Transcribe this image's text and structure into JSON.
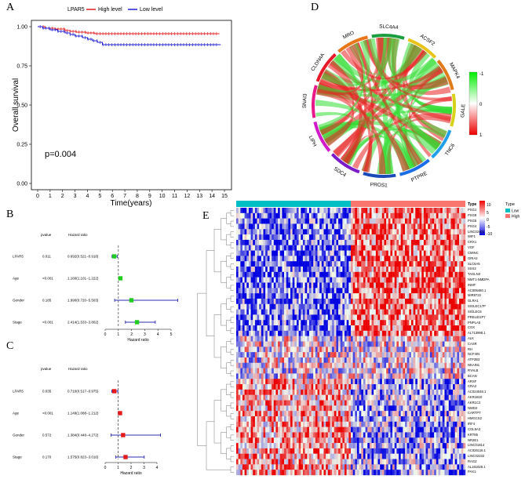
{
  "panels": {
    "A": "A",
    "B": "B",
    "C": "C",
    "D": "D",
    "E": "E"
  },
  "km": {
    "legend_title": "LPAR5",
    "legend_high": "High level",
    "legend_low": "Low level",
    "colors": {
      "high": "#e41a1c",
      "low": "#1f1fd6"
    },
    "pvalue_text": "p=0.004",
    "ylabel": "Overall survival",
    "xlabel": "Time(years)",
    "yticks": [
      "0.00",
      "0.25",
      "0.50",
      "0.75",
      "1.00"
    ],
    "xticks": [
      "0",
      "1",
      "2",
      "3",
      "4",
      "5",
      "6",
      "7",
      "8",
      "9",
      "10",
      "11",
      "12",
      "13",
      "14",
      "15"
    ]
  },
  "forest_B": {
    "header_p": "pvalue",
    "header_hr": "Hazard ratio",
    "xlabel": "Hazard ratio",
    "xticks": [
      "0",
      "1",
      "2",
      "3",
      "4",
      "5"
    ],
    "color": "#22cc22",
    "rows": [
      {
        "name": "LPAR5",
        "p": "0.011",
        "hr": "0.692(0.521−0.918)"
      },
      {
        "name": "Age",
        "p": "<0.001",
        "hr": "1.160(1.101−1.222)"
      },
      {
        "name": "Gender",
        "p": "0.185",
        "hr": "1.990(0.720−5.503)"
      },
      {
        "name": "Stage",
        "p": "<0.001",
        "hr": "2.414(1.533−3.802)"
      }
    ]
  },
  "forest_C": {
    "header_p": "pvalue",
    "header_hr": "Hazard ratio",
    "xlabel": "Hazard ratio",
    "xticks": [
      "0",
      "1",
      "2",
      "3",
      "4"
    ],
    "color": "#e8191b",
    "rows": [
      {
        "name": "LPAR5",
        "p": "0.035",
        "hr": "0.710(0.517−0.975)"
      },
      {
        "name": "Age",
        "p": "<0.001",
        "hr": "1.149(1.088−1.212)"
      },
      {
        "name": "Gender",
        "p": "0.572",
        "hr": "1.384(0.448−4.272)"
      },
      {
        "name": "Stage",
        "p": "0.170",
        "hr": "1.575(0.823−3.016)"
      }
    ]
  },
  "chord": {
    "genes": [
      "SLC4A4",
      "ACSF2",
      "MAPK4",
      "GALE",
      "TNC6",
      "PTPRE",
      "PROS1",
      "SDC4",
      "LIPH",
      "SNAI3",
      "CLDN4A",
      "MRO"
    ],
    "legend_ticks": [
      "1",
      "0",
      "-1"
    ]
  },
  "heatmap": {
    "legend_title": "Type",
    "group_low": "Low",
    "group_high": "High",
    "colors": {
      "low": "#00bfc4",
      "high": "#f8766d"
    },
    "scale_ticks": [
      "10",
      "5",
      "0",
      "-5",
      "-10"
    ],
    "type_label": "Type",
    "genes": [
      "PSG1",
      "PSG8",
      "PSG5",
      "PSG4",
      "LINC02401",
      "WIF1",
      "CRX1",
      "VGF",
      "CMINC",
      "GRIA2",
      "SLC6A5",
      "SSX2",
      "TAGLN3",
      "NMT1-NMDPA",
      "INMT",
      "AC006460.1",
      "MIR8722",
      "GLRA1",
      "SIGLEC17P",
      "SIGLEC6",
      "PRELID1P7",
      "PNPLA5",
      "COX",
      "AL713998.1",
      "ALK",
      "CASR",
      "RH",
      "NCF4IN",
      "ATP2B3",
      "NKAIN1",
      "RYALB",
      "BCAN",
      "ARSF",
      "CRA2",
      "AC024048.1",
      "AKR1B10",
      "AKR1C2",
      "NWD2",
      "CARTPT",
      "HMGCS2",
      "IRF4",
      "COL9A3",
      "KRT85",
      "NR2E1",
      "LINC01814",
      "AC026116.1",
      "LINC02232",
      "RAG2",
      "AL161629.1",
      "PAX1"
    ]
  }
}
